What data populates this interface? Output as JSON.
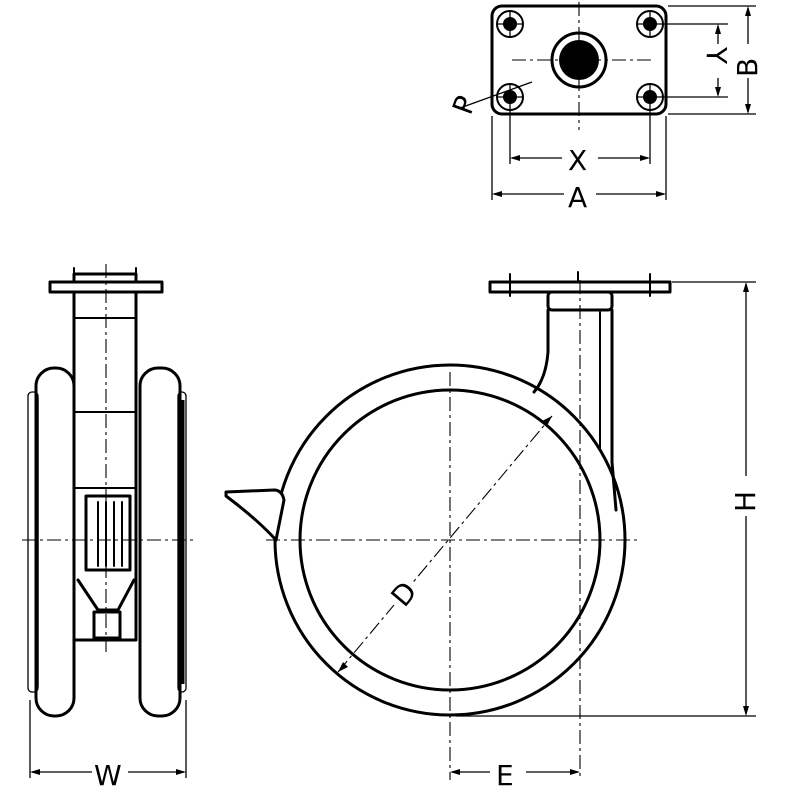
{
  "labels": {
    "A": "A",
    "B": "B",
    "X": "X",
    "Y": "Y",
    "P": "P",
    "W": "W",
    "H": "H",
    "D": "D",
    "E": "E"
  }
}
